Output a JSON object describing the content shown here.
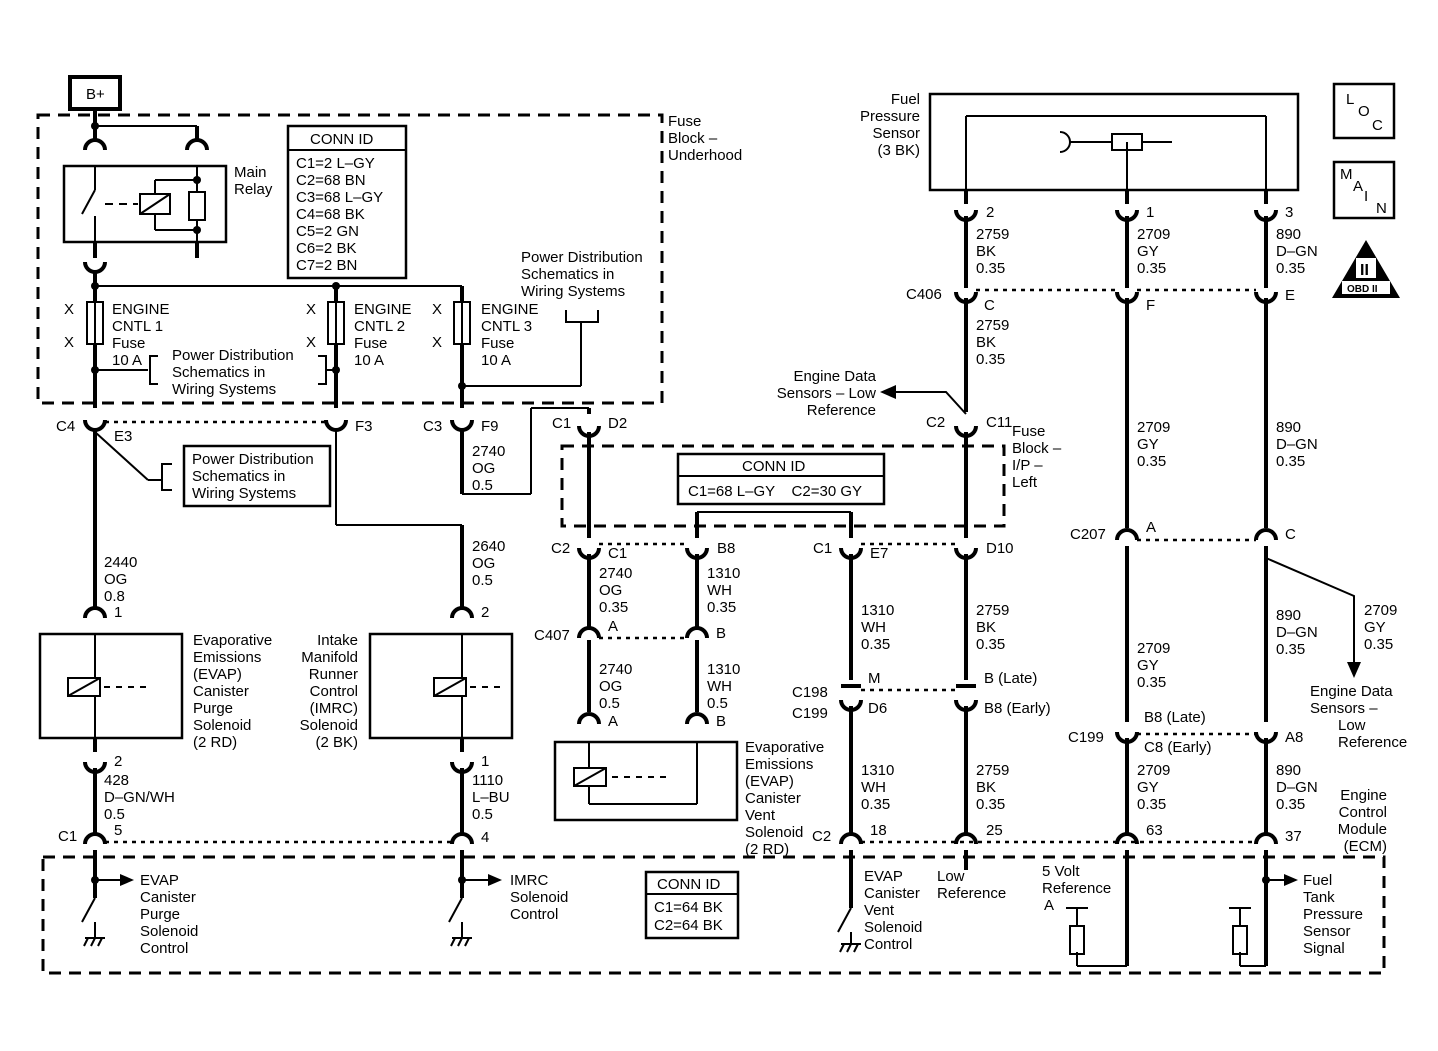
{
  "battery": "B+",
  "fuse_block_underhood": [
    "Fuse",
    "Block –",
    "Underhood"
  ],
  "main_relay": [
    "Main",
    "Relay"
  ],
  "conn_id_underhood": {
    "title": "CONN ID",
    "rows": [
      "C1=2 L–GY",
      "C2=68 BN",
      "C3=68 L–GY",
      "C4=68 BK",
      "C5=2 GN",
      "C6=2 BK",
      "C7=2 BN"
    ]
  },
  "pds_label": [
    "Power Distribution",
    "Schematics in",
    "Wiring Systems"
  ],
  "fuse_x": "X",
  "fuses": [
    {
      "lines": [
        "ENGINE",
        "CNTL 1",
        "Fuse",
        "10 A"
      ]
    },
    {
      "lines": [
        "ENGINE",
        "CNTL 2",
        "Fuse",
        "10 A"
      ]
    },
    {
      "lines": [
        "ENGINE",
        "CNTL 3",
        "Fuse",
        "10 A"
      ]
    }
  ],
  "fuse_block_ip": [
    "Fuse",
    "Block –",
    "I/P –",
    "Left"
  ],
  "conn_id_ip": {
    "title": "CONN ID",
    "row": "C1=68 L–GY    C2=30 GY"
  },
  "conn_id_ecm": {
    "title": "CONN ID",
    "rows": [
      "C1=64 BK",
      "C2=64 BK"
    ]
  },
  "fuel_pressure_sensor": [
    "Fuel",
    "Pressure",
    "Sensor",
    "(3 BK)"
  ],
  "loc_badge": [
    "L",
    "O",
    "C"
  ],
  "main_badge": [
    "M",
    "A",
    "I",
    "N"
  ],
  "obd_badge": {
    "numeral": "II",
    "label": "OBD II"
  },
  "engine_data_low_ref": [
    "Engine Data",
    "Sensors – Low",
    "Reference"
  ],
  "engine_data_low_ref2": [
    "Engine Data",
    "Sensors –",
    "Low",
    "Reference"
  ],
  "evap_purge": [
    "Evaporative",
    "Emissions",
    "(EVAP)",
    "Canister",
    "Purge",
    "Solenoid",
    "(2 RD)"
  ],
  "imrc": [
    "Intake",
    "Manifold",
    "Runner",
    "Control",
    "(IMRC)",
    "Solenoid",
    "(2 BK)"
  ],
  "evap_vent": [
    "Evaporative",
    "Emissions",
    "(EVAP)",
    "Canister",
    "Vent",
    "Solenoid",
    "(2 RD)"
  ],
  "ecm": [
    "Engine",
    "Control",
    "Module",
    "(ECM)"
  ],
  "ecm_outputs": {
    "evap_purge_ctrl": [
      "EVAP",
      "Canister",
      "Purge",
      "Solenoid",
      "Control"
    ],
    "imrc_ctrl": [
      "IMRC",
      "Solenoid",
      "Control"
    ],
    "evap_vent_ctrl": [
      "EVAP",
      "Canister",
      "Vent",
      "Solenoid",
      "Control"
    ],
    "low_ref": [
      "Low",
      "Reference"
    ],
    "five_volt": [
      "5 Volt",
      "Reference",
      "A"
    ],
    "ftp_signal": [
      "Fuel",
      "Tank",
      "Pressure",
      "Sensor",
      "Signal"
    ]
  },
  "wires": {
    "w2440": [
      "2440",
      "OG",
      "0.8"
    ],
    "w428": [
      "428",
      "D–GN/WH",
      "0.5"
    ],
    "w2640": [
      "2640",
      "OG",
      "0.5"
    ],
    "w1110": [
      "1110",
      "L–BU",
      "0.5"
    ],
    "w2740a": [
      "2740",
      "OG",
      "0.5"
    ],
    "w2740b": [
      "2740",
      "OG",
      "0.35"
    ],
    "w2740c": [
      "2740",
      "OG",
      "0.5"
    ],
    "w1310a": [
      "1310",
      "WH",
      "0.35"
    ],
    "w1310b": [
      "1310",
      "WH",
      "0.5"
    ],
    "w1310c": [
      "1310",
      "WH",
      "0.35"
    ],
    "w1310d": [
      "1310",
      "WH",
      "0.35"
    ],
    "w2759a": [
      "2759",
      "BK",
      "0.35"
    ],
    "w2759b": [
      "2759",
      "BK",
      "0.35"
    ],
    "w2759c": [
      "2759",
      "BK",
      "0.35"
    ],
    "w2759d": [
      "2759",
      "BK",
      "0.35"
    ],
    "w2709a": [
      "2709",
      "GY",
      "0.35"
    ],
    "w2709b": [
      "2709",
      "GY",
      "0.35"
    ],
    "w2709c": [
      "2709",
      "GY",
      "0.35"
    ],
    "w2709d": [
      "2709",
      "GY",
      "0.35"
    ],
    "w2709e": [
      "2709",
      "GY",
      "0.35"
    ],
    "w890a": [
      "890",
      "D–GN",
      "0.35"
    ],
    "w890b": [
      "890",
      "D–GN",
      "0.35"
    ],
    "w890c": [
      "890",
      "D–GN",
      "0.35"
    ],
    "w890d": [
      "890",
      "D–GN",
      "0.35"
    ]
  },
  "connectors": {
    "C4": "C4",
    "E3": "E3",
    "F3": "F3",
    "C3": "C3",
    "F9": "F9",
    "C1a": "C1",
    "D2": "D2",
    "C2b": "C2",
    "C11": "C11",
    "C2c": "C2",
    "C1c": "C1",
    "B8": "B8",
    "C1d": "C1",
    "E7": "E7",
    "D10": "D10",
    "C407": "C407",
    "A": "A",
    "B": "B",
    "C198": "C198",
    "C199": "C199",
    "M": "M",
    "D6": "D6",
    "B_late": "B (Late)",
    "B8_early": "B8 (Early)",
    "C406": "C406",
    "Cc": "C",
    "F": "F",
    "E": "E",
    "C207": "C207",
    "Ac": "A",
    "Cc2": "C",
    "C199b": "C199",
    "B8_late": "B8 (Late)",
    "C8_early": "C8 (Early)",
    "A8": "A8",
    "C1e": "C1",
    "p5": "5",
    "p4": "4",
    "C2e": "C2",
    "p18": "18",
    "p25": "25",
    "p63": "63",
    "p37": "37",
    "p1": "1",
    "p2": "2",
    "p2b": "2",
    "p1b": "1",
    "pA": "A",
    "pB": "B",
    "s2": "2",
    "s1": "1",
    "s3": "3"
  }
}
